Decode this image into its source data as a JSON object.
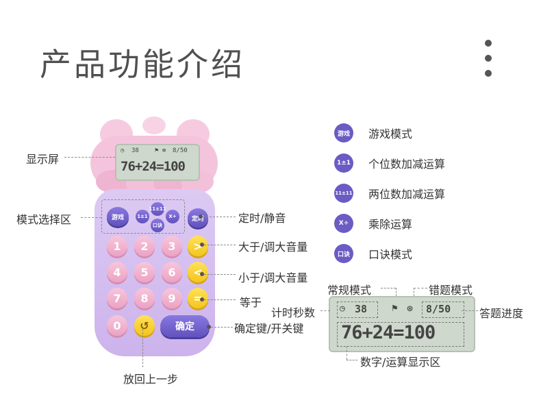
{
  "page_title": "产品功能介绍",
  "menu_icon": "vertical-ellipsis",
  "calculator": {
    "lcd": {
      "timer": "38",
      "progress": "8/50",
      "expression": "76+24=100"
    },
    "game_key": "游戏",
    "add_sub_1_key": "1±1",
    "add_sub_2_key": "11±11",
    "mul_div_key": "X÷",
    "oral_key": "口诀",
    "timer_key": "定时",
    "digits": [
      "1",
      "2",
      "3",
      "4",
      "5",
      "6",
      "7",
      "8",
      "9",
      "0"
    ],
    "greater_key": ">",
    "less_key": "<",
    "equal_key": "=",
    "undo_icon": "undo-arrow",
    "confirm_key": "确定"
  },
  "callouts": {
    "display": "显示屏",
    "mode_area": "模式选择区",
    "timer_mute": "定时/静音",
    "greater": "大于/调大音量",
    "less": "小于/调大音量",
    "equal": "等于",
    "confirm": "确定键/开关键",
    "undo": "放回上一步"
  },
  "legend": [
    {
      "badge": "游戏",
      "label": "游戏模式"
    },
    {
      "badge": "1±1",
      "label": "个位数加减运算"
    },
    {
      "badge": "11±11",
      "label": "两位数加减运算"
    },
    {
      "badge": "X÷",
      "label": "乘除运算"
    },
    {
      "badge": "口诀",
      "label": "口诀模式"
    }
  ],
  "lcd_detail": {
    "timer": "38",
    "progress": "8/50",
    "expression": "76+24=100",
    "labels": {
      "normal_mode": "常规模式",
      "error_mode": "错题模式",
      "timer_seconds": "计时秒数",
      "answer_progress": "答题进度",
      "digit_area": "数字/运算显示区"
    }
  },
  "colors": {
    "badge": "#6b5bc4",
    "body": "#d9c2f0",
    "pink": "#f2bfd8",
    "yellow": "#f6cd25",
    "lcd": "#cfd8cc"
  }
}
